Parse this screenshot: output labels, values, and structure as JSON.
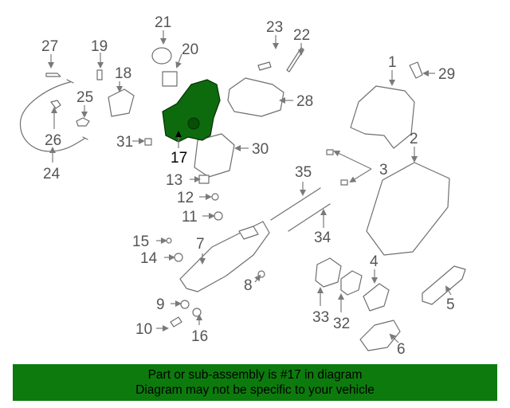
{
  "callouts": {
    "n1": "1",
    "n2": "2",
    "n3": "3",
    "n4": "4",
    "n5": "5",
    "n6": "6",
    "n7": "7",
    "n8": "8",
    "n9": "9",
    "n10": "10",
    "n11": "11",
    "n12": "12",
    "n13": "13",
    "n14": "14",
    "n15": "15",
    "n16": "16",
    "n17": "17",
    "n18": "18",
    "n19": "19",
    "n20": "20",
    "n21": "21",
    "n22": "22",
    "n23": "23",
    "n24": "24",
    "n25": "25",
    "n26": "26",
    "n27": "27",
    "n28": "28",
    "n29": "29",
    "n30": "30",
    "n31": "31",
    "n32": "32",
    "n33": "33",
    "n34": "34",
    "n35": "35"
  },
  "highlighted_part": "17",
  "footer": {
    "line1": "Part or sub-assembly is #17 in diagram",
    "line2": "Diagram may not be specific to your vehicle"
  },
  "colors": {
    "highlight": "#0d6b0d",
    "footer_bg": "#0d7a0d",
    "callout_text": "#555555"
  }
}
